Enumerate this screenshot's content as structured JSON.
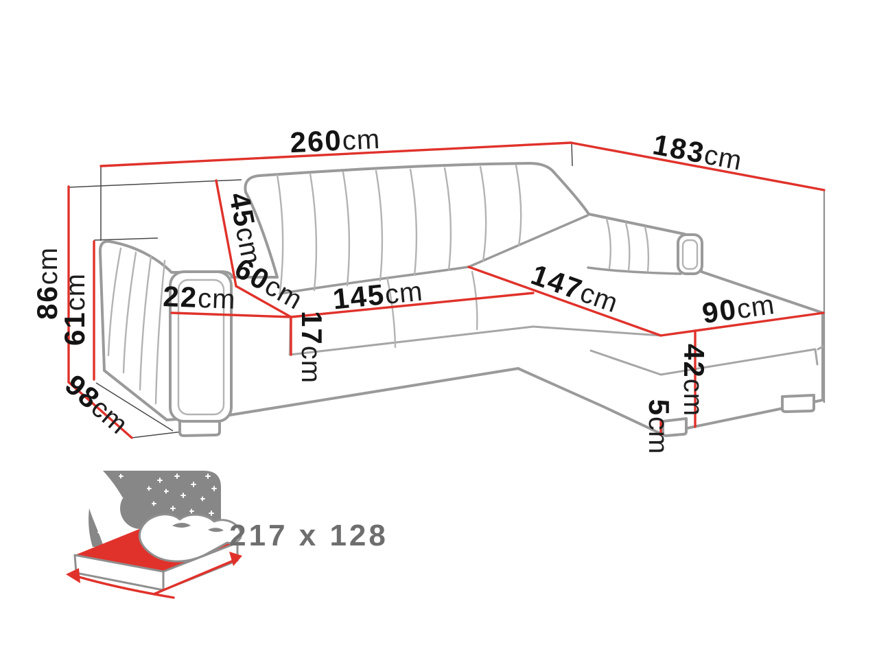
{
  "page": {
    "title": "Corner sofa dimensions diagram",
    "background": "#ffffff"
  },
  "dimensions": {
    "total_width": {
      "value": "260",
      "unit": "cm"
    },
    "side_depth": {
      "value": "183",
      "unit": "cm"
    },
    "total_height": {
      "value": "86",
      "unit": "cm"
    },
    "armrest_height": {
      "value": "61",
      "unit": "cm"
    },
    "backrest_height": {
      "value": "45",
      "unit": "cm"
    },
    "seat_depth": {
      "value": "60",
      "unit": "cm"
    },
    "armrest_width": {
      "value": "22",
      "unit": "cm"
    },
    "seat_width": {
      "value": "145",
      "unit": "cm"
    },
    "chaise_length": {
      "value": "147",
      "unit": "cm"
    },
    "chaise_width": {
      "value": "90",
      "unit": "cm"
    },
    "seat_cushion_height": {
      "value": "17",
      "unit": "cm"
    },
    "seat_height": {
      "value": "42",
      "unit": "cm"
    },
    "leg_height": {
      "value": "5",
      "unit": "cm"
    },
    "total_depth": {
      "value": "98",
      "unit": "cm"
    }
  },
  "sleeping_area": {
    "size_label": "217 x 128"
  },
  "colors": {
    "dimension_line": "#e0322b",
    "sofa_outline": "#9a9a9a",
    "label_text": "#141414",
    "icon_gray": "#878787",
    "sleeping_text": "#6e6e6e",
    "background": "#ffffff"
  }
}
